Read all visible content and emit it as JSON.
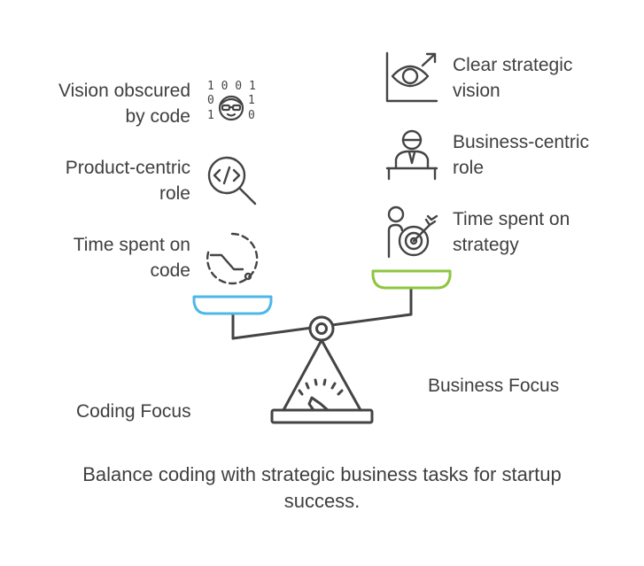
{
  "left_items": [
    {
      "lines": [
        "Vision obscured",
        "by code"
      ],
      "icon": "binary-code-person-icon"
    },
    {
      "lines": [
        "Product-centric",
        "role"
      ],
      "icon": "code-magnifier-icon"
    },
    {
      "lines": [
        "Time spent on",
        "code"
      ],
      "icon": "timer-icon"
    }
  ],
  "right_items": [
    {
      "lines": [
        "Clear strategic",
        "vision"
      ],
      "icon": "eye-growth-icon"
    },
    {
      "lines": [
        "Business-centric",
        "role"
      ],
      "icon": "business-person-icon"
    },
    {
      "lines": [
        "Time spent on",
        "strategy"
      ],
      "icon": "person-target-icon"
    }
  ],
  "left_label": "Coding Focus",
  "right_label": "Business Focus",
  "caption_lines": [
    "Balance coding with strategic business tasks for startup",
    "success."
  ],
  "colors": {
    "left_pan": "#4db8e8",
    "right_pan": "#8cc63f",
    "stroke": "#444444"
  }
}
